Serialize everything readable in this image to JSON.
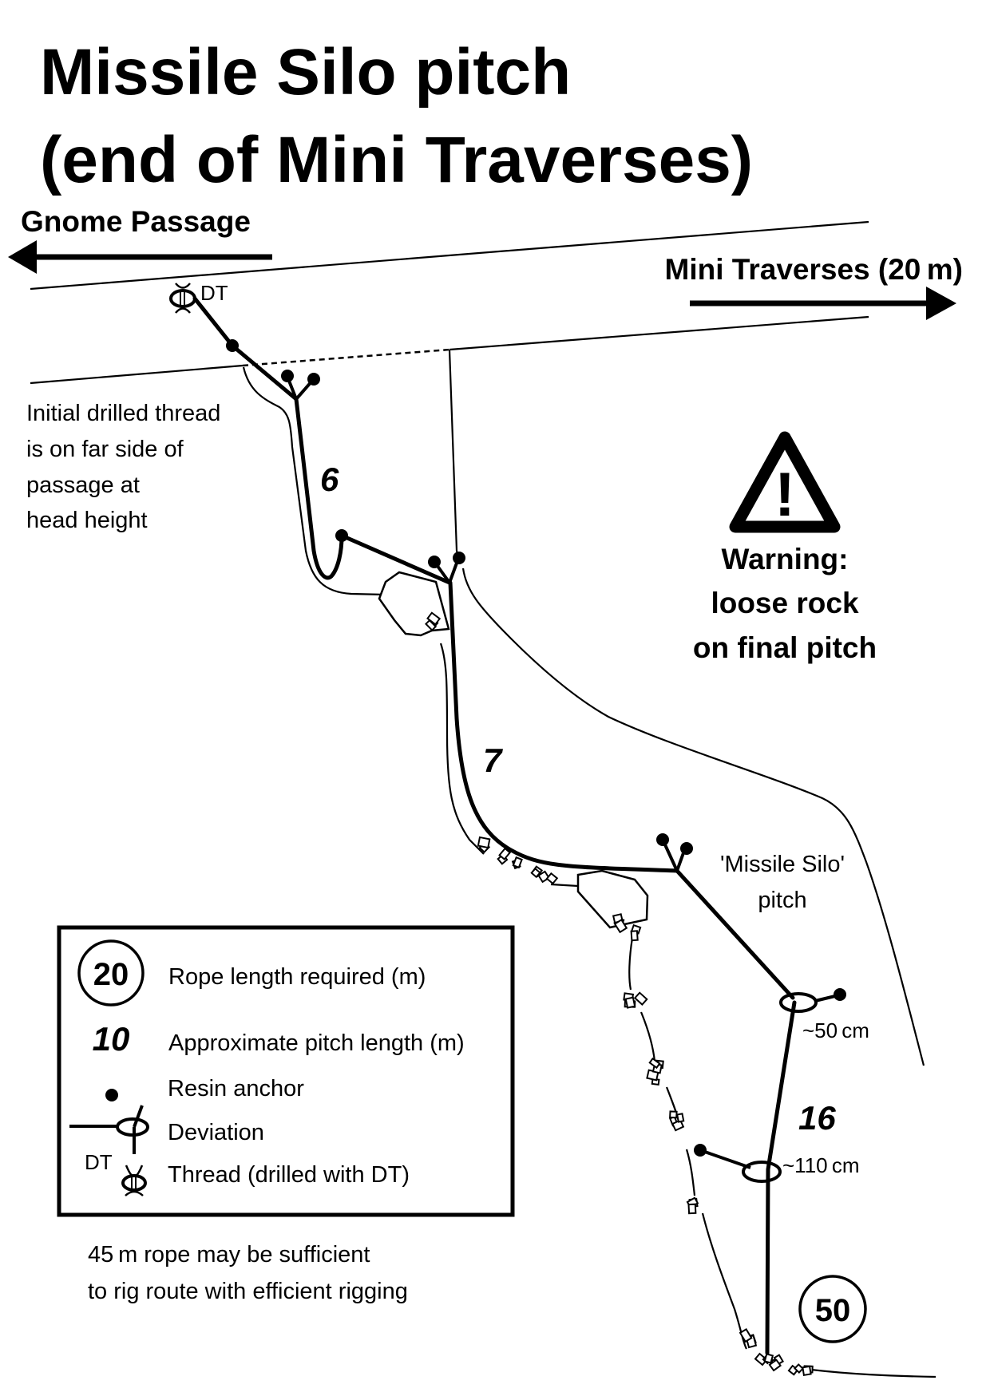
{
  "title": {
    "line1": "Missile Silo pitch",
    "line2": "(end of Mini Traverses)"
  },
  "directions": {
    "left": {
      "label": "Gnome Passage",
      "icon": "arrow-left-icon"
    },
    "right": {
      "label": "Mini Traverses (20 m)",
      "icon": "arrow-right-icon"
    }
  },
  "annotations": {
    "dt_label": "DT",
    "initial_thread_note": [
      "Initial drilled thread",
      "is on far side of",
      "passage at",
      "head height"
    ],
    "pitch_name": [
      "'Missile Silo'",
      "pitch"
    ],
    "deviation_1": "~50 cm",
    "deviation_2": "~110 cm"
  },
  "pitches": [
    {
      "label": "6",
      "length_m": 6
    },
    {
      "label": "7",
      "length_m": 7
    },
    {
      "label": "16",
      "length_m": 16
    }
  ],
  "rope_required": {
    "label": "50",
    "value_m": 50
  },
  "warning": {
    "icon": "warning-triangle-icon",
    "symbol": "!",
    "lines": [
      "Warning:",
      "loose rock",
      "on final pitch"
    ]
  },
  "legend": {
    "items": [
      {
        "symbol": "20",
        "icon": "rope-length-circle-icon",
        "label": "Rope length required (m)"
      },
      {
        "symbol": "10",
        "icon": "pitch-length-number-icon",
        "label": "Approximate pitch length (m)"
      },
      {
        "symbol": "",
        "icon": "resin-anchor-icon",
        "label": "Resin anchor"
      },
      {
        "symbol": "",
        "icon": "deviation-icon",
        "label": "Deviation"
      },
      {
        "symbol": "DT",
        "icon": "thread-icon",
        "label": "Thread (drilled with DT)"
      }
    ]
  },
  "footnote": [
    "45 m rope may be sufficient",
    "to rig route with efficient rigging"
  ]
}
